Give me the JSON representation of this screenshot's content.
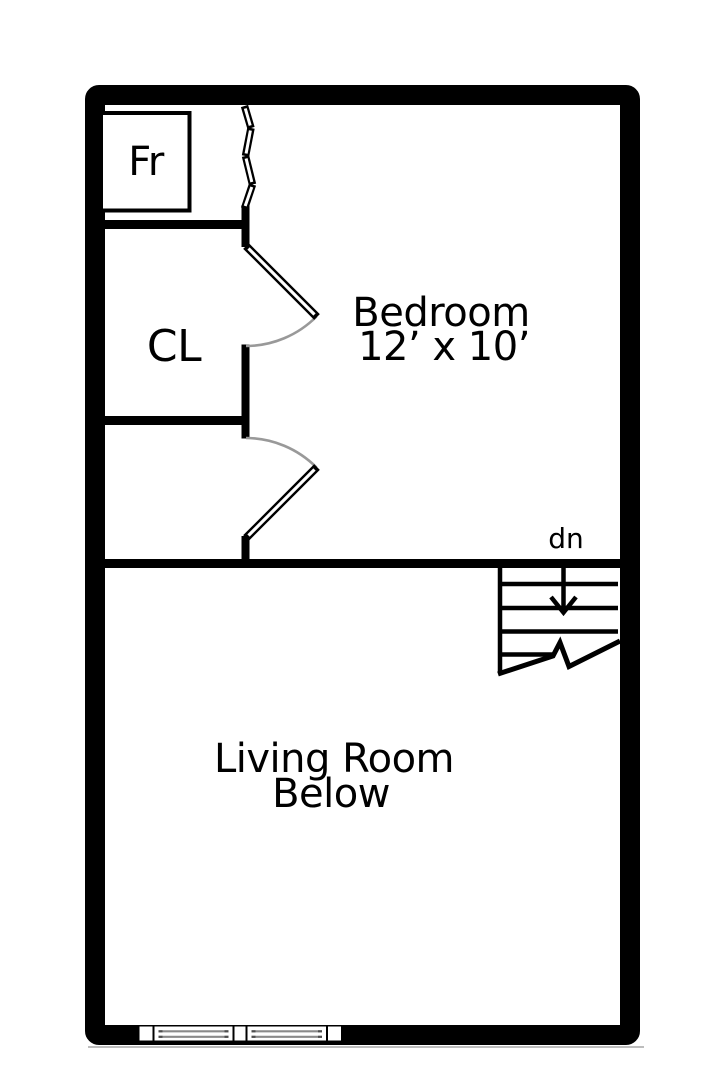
{
  "plan": {
    "labels": {
      "fridge": "Fr",
      "closet": "CL",
      "bedroom_name": "Bedroom",
      "bedroom_dims": "12’ x 10’",
      "stairs_direction": "dn",
      "living_room_line1": "Living Room",
      "living_room_line2": "Below"
    },
    "colors": {
      "wall": "#000000",
      "background": "#ffffff",
      "door_arc": "#999999",
      "window_glass": "#8a8a8a",
      "window_glass_dark": "#4d4d4d"
    }
  }
}
